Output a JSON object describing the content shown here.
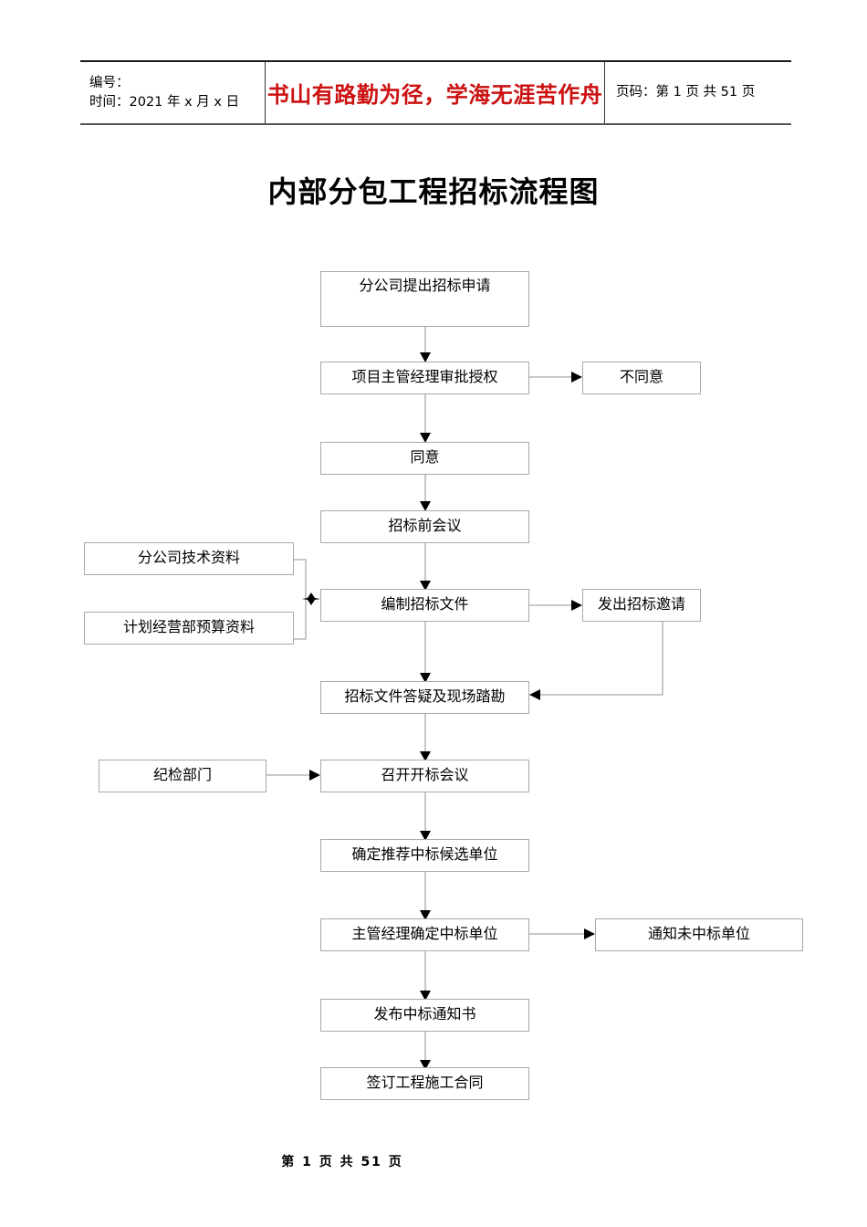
{
  "header": {
    "left_line1": "编号：",
    "left_line2": "时间：2021 年 x 月 x 日",
    "motto": "书山有路勤为径，学海无涯苦作舟",
    "right": "页码：第 1 页  共 51 页"
  },
  "title": "内部分包工程招标流程图",
  "footer": "第 1 页 共 51 页",
  "colors": {
    "box_border": "#a9a9a9",
    "connector": "#a9a9a9",
    "arrow_head": "#000000",
    "motto_red": "#CC1111"
  },
  "flow": {
    "main_nodes": [
      {
        "id": "apply",
        "label": "分公司提出招标申请"
      },
      {
        "id": "approve",
        "label": "项目主管经理审批授权"
      },
      {
        "id": "agree",
        "label": "同意"
      },
      {
        "id": "premeeting",
        "label": "招标前会议"
      },
      {
        "id": "compile",
        "label": "编制招标文件"
      },
      {
        "id": "qa_site",
        "label": "招标文件答疑及现场踏勘"
      },
      {
        "id": "open_bid",
        "label": "召开开标会议"
      },
      {
        "id": "candidates",
        "label": "确定推荐中标候选单位"
      },
      {
        "id": "winner",
        "label": "主管经理确定中标单位"
      },
      {
        "id": "notice",
        "label": "发布中标通知书"
      },
      {
        "id": "contract",
        "label": "签订工程施工合同"
      }
    ],
    "side_nodes": [
      {
        "id": "disagree",
        "label": "不同意"
      },
      {
        "id": "tech_data",
        "label": "分公司技术资料"
      },
      {
        "id": "budget_data",
        "label": "计划经营部预算资料"
      },
      {
        "id": "invite",
        "label": "发出招标邀请"
      },
      {
        "id": "discipline",
        "label": "纪检部门"
      },
      {
        "id": "notify_lost",
        "label": "通知未中标单位"
      }
    ]
  }
}
